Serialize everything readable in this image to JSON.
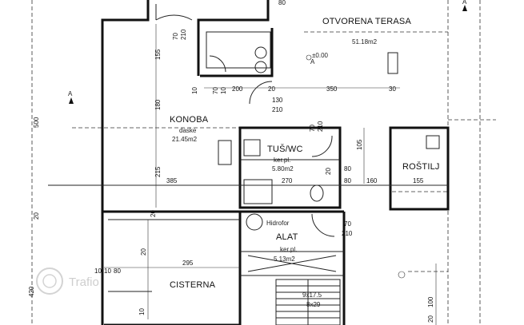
{
  "rooms": {
    "terrace": {
      "name": "OTVORENA TERASA",
      "area": "51.18m2"
    },
    "konoba": {
      "name": "KONOBA",
      "floor": "daske",
      "area": "21.45m2"
    },
    "tus_wc": {
      "name": "TUŠ/WC",
      "floor": "ker.pl.",
      "area": "5.80m2"
    },
    "rostilj": {
      "name": "ROŠTILJ"
    },
    "hidrofor": {
      "name": "Hidrofor"
    },
    "alat": {
      "name": "ALAT",
      "floor": "ker.pl.",
      "area": "5.13m2"
    },
    "cisterna": {
      "name": "CISTERNA"
    }
  },
  "level_mark": "±0.00",
  "section_marks": [
    "A",
    "A",
    "A"
  ],
  "stairs": {
    "steps": "9x17.5",
    "tread": "8x29"
  },
  "dimensions": {
    "d70a": "70",
    "d210a": "210",
    "d155": "155",
    "d80top": "80",
    "d10a": "10",
    "d70b": "70",
    "d10b": "10",
    "d200": "200",
    "d20a": "20",
    "d350": "350",
    "d30": "30",
    "d130": "130",
    "d210b": "210",
    "d180": "180",
    "d500": "500",
    "d70c": "70",
    "d210c": "210",
    "d105": "105",
    "d215": "215",
    "d385": "385",
    "d270": "270",
    "d20b": "20",
    "d80a": "80",
    "d80b": "80",
    "d160": "160",
    "d155b": "155",
    "d20c": "20",
    "d20d": "20",
    "d70d": "70",
    "d210d": "210",
    "d20e": "20",
    "d295": "295",
    "d10c": "10",
    "d10d": "10",
    "d80c": "80",
    "d420": "420",
    "d10e": "10",
    "d100": "100",
    "d20f": "20"
  },
  "watermark": "Trafio"
}
